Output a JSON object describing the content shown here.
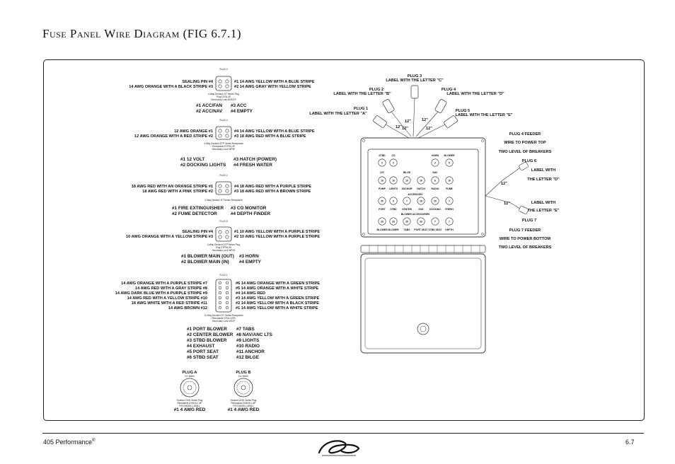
{
  "page": {
    "title": "Fuse Panel Wire Diagram (FIG 6.7.1)",
    "footer_left": "405 Performance",
    "footer_reg": "®",
    "footer_right": "6.7"
  },
  "plug3_left": {
    "header": "PLUG 3",
    "rows": [
      {
        "l": "SEALING PIN  #4",
        "r": "#1 14 AWG YELLOW WITH A BLUE STRIPE"
      },
      {
        "l": "14 AWG ORANGE WITH A BLACK STRIPE  #3",
        "r": "#2 14 AWG GRAY WITH YELLOW STRIPE"
      }
    ],
    "note": [
      "4-Way Deutsch DT Series Plug",
      "Plug DT06-4S",
      "Secondary Lock W4S-1P"
    ],
    "funcs": [
      {
        "l": "#1 ACC/FAN",
        "r": "#3 ACC"
      },
      {
        "l": "#2 ACC/NAV",
        "r": "#4 EMPTY"
      }
    ]
  },
  "plug4_left": {
    "header": "PLUG 4",
    "rows": [
      {
        "l": "12 AWG ORANGE  #1",
        "r": "#4 14 AWG YELLOW WITH A BLUE STRIPE"
      },
      {
        "l": "12 AWG ORANGE WITH A RED STRIPE  #2",
        "r": "#3 18 AWG RED WITH A BLUE STRIPE"
      }
    ],
    "note": [
      "4-Way Deutsch DTP Series Receptacle",
      "Receptacle DTP04-4P",
      "Secondary Lock WP4P"
    ],
    "funcs": [
      {
        "l": "#1 12 VOLT",
        "r": "#3 HATCH (POWER)"
      },
      {
        "l": "#2 DOCKING LIGHTS",
        "r": "#4 FRESH WATER"
      }
    ]
  },
  "plug2_left": {
    "header": "PLUG 2",
    "rows": [
      {
        "l": "18 AWG RED WITH AN ORANGE STRIPE  #1",
        "r": "#4 18 AWG RED WITH A PURPLE STRIPE"
      },
      {
        "l": "18 AWG RED WITH A PINK STRIPE  #2",
        "r": "#3 18 AWG RED WITH A BROWN STRIPE"
      }
    ],
    "note": [
      "4-Way Deutsch DT Series Receptacle"
    ],
    "funcs": [
      {
        "l": "#1 FIRE EXTINGUISHER",
        "r": "#3 CO MONITOR"
      },
      {
        "l": "#2 FUME DETECTOR",
        "r": "#4 DEPTH FINDER"
      }
    ]
  },
  "plug5_left": {
    "header": "PLUG 5",
    "rows": [
      {
        "l": "SEALING PIN  #4",
        "r": "#1 10 AWG YELLOW WITH A PURPLE STRIPE"
      },
      {
        "l": "10 AWG ORANGE WITH A YELLOW STRIPE  #3",
        "r": "#2 10 AWG YELLOW WITH A PURPLE STRIPE"
      }
    ],
    "note": [
      "4-Way Deutsch DTP Series Plug",
      "Plug DTP06-4S",
      "Secondary Lock WP4S"
    ],
    "funcs": [
      {
        "l": "#1 BLOWER MAIN (OUT)",
        "r": "#3 HORN"
      },
      {
        "l": "#2 BLOWER MAIN (IN)",
        "r": "#4 EMPTY"
      }
    ]
  },
  "plug1_left": {
    "header": "PLUG 1",
    "left_rows": [
      "14 AWG ORANGE WITH A PURPLE STRIPE  #7",
      "14 AWG RED WITH A GRAY STRIPE  #8",
      "14 AWG DARK BLUE WITH A PURPLE STRIPE  #9",
      "14 AWG RED WITH A YELLOW STRIPE  #10",
      "18 AWG WHITE WITH A RED STRIPE  #11",
      "14 AWG BROWN  #12"
    ],
    "right_rows": [
      "#6 14 AWG ORANGE WITH A GREEN STRIPE",
      "#5 14 AWG ORANGE WITH A WHITE STRIPE",
      "#4 14 AWG RED",
      "#3 14 AWG YELLOW WITH A GREEN STRIPE",
      "#2 14 AWG YELLOW WITH A BLACK STRIPE",
      "#1 14 AWG YELLOW WITH A WHITE STRIPE"
    ],
    "note": [
      "12-Way Deutsch DT Series Receptacle",
      "Receptacle DT04-12PA",
      "Secondary Lock W12P"
    ],
    "funcs_left": [
      "#1 PORT BLOWER",
      "#2 CENTER BLOWER",
      "#3 STBD BLOWER",
      "#4 EXHAUST",
      "#5 PORT SEAT",
      "#6 STBD SEAT"
    ],
    "funcs_right": [
      "#7 TABS",
      "#8 NAV/ANC LTS",
      "#9 LIGHTS",
      "#10 RADIO",
      "#11 ANCHOR",
      "#12 BILGE"
    ]
  },
  "dc_plugs": [
    {
      "title": "PLUG A",
      "sub": "DC MAIN",
      "note": [
        "Deutsch DHD Series Plug",
        "Receptacle DHD06-1-8P",
        "P/N DHD06-1-8SB-1"
      ],
      "wire": "#1 4 AWG RED"
    },
    {
      "title": "PLUG B",
      "sub": "DC MAIN",
      "note": [
        "Deutsch DHD Series Plug",
        "Receptacle DHD06-1-8P",
        "P/N DHD06-1-8SB-1"
      ],
      "wire": "#1 4 AWG RED"
    }
  ],
  "right_plugs": {
    "plug3": {
      "title": "PLUG 3",
      "label": "LABEL WITH THE LETTER \"C\""
    },
    "plug2": {
      "title": "PLUG 2",
      "label": "LABEL WITH THE LETTER \"B\""
    },
    "plug4": {
      "title": "PLUG 4",
      "label": "LABEL WITH THE LETTER \"D\""
    },
    "plug1": {
      "title": "PLUG 1",
      "label": "LABEL WITH THE LETTER \"A\""
    },
    "plug5": {
      "title": "PLUG 5",
      "label": "LABEL WITH THE LETTER \"E\""
    },
    "lengths": [
      "12\"",
      "12\"",
      "12\"",
      "12\"",
      "12\""
    ]
  },
  "feeders": {
    "top": [
      "PLUG 4 FEEDER",
      "WIRE TO POWER TOP",
      "TWO LEVEL OF BREAKERS"
    ],
    "plug6": {
      "title": "PLUG 6",
      "label1": "LABEL WITH",
      "label2": "THE LETTER \"D\"",
      "length": "12\""
    },
    "plug7": {
      "title": "PLUG 7",
      "label1": "LABEL WITH",
      "label2": "THE LETTER \"E\"",
      "length": "12\""
    },
    "bottom": [
      "PLUG 7 FEEDER",
      "WIRE TO POWER BOTTOM",
      "TWO LEVEL OF BREAKERS"
    ]
  },
  "breaker_panel": {
    "row1_labels": [
      "STBD",
      "CO",
      "",
      "",
      "HORN",
      "BLOWER"
    ],
    "row1_values": [
      "2",
      "2",
      "",
      "",
      "2",
      "5"
    ],
    "section2": [
      "12V",
      "",
      "BILGE",
      "",
      "NAV",
      ""
    ],
    "row2_values": [
      "10",
      "10",
      "10",
      "10",
      "6",
      "10"
    ],
    "row2_labels": [
      "PUMP",
      "LIGHTS",
      "ANCHOR",
      "HATCH",
      "RADIO",
      "FUME"
    ],
    "section3": [
      "ACCESSORY"
    ],
    "row3_values": [
      "20",
      "5",
      "7",
      "15",
      "20",
      "7"
    ],
    "row3_labels": [
      "PORT",
      "STBD",
      "CENTER",
      "EXH",
      "DOCKING",
      "FRESH"
    ],
    "section4": [
      "BLOWER ACCESSORIES"
    ],
    "row4_values": [
      "20",
      "20",
      "25",
      "20",
      "7",
      "7"
    ],
    "row4_labels": [
      "BLOWER",
      "BLOWER",
      "TABS",
      "PORT SEAT",
      "STBD SEAT",
      "DEPTH"
    ]
  }
}
